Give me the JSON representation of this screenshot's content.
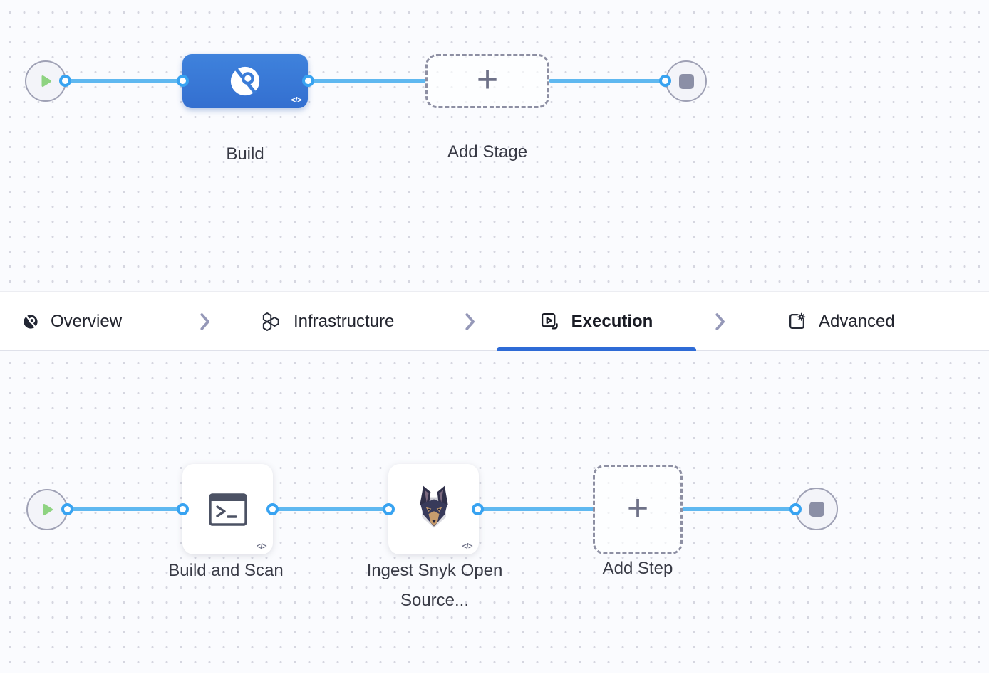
{
  "glyphs": {
    "plus": "+",
    "yaml_badge": "</>"
  },
  "stage_graph": {
    "stage_label": "Build",
    "add_stage_label": "Add Stage"
  },
  "tab_bar": {
    "items": [
      {
        "label": "Overview",
        "icon": "ci-overview-icon",
        "active": false
      },
      {
        "label": "Infrastructure",
        "icon": "infrastructure-hexagons-icon",
        "active": false
      },
      {
        "label": "Execution",
        "icon": "execution-play-icon",
        "active": true
      },
      {
        "label": "Advanced",
        "icon": "advanced-gear-icon",
        "active": false
      }
    ]
  },
  "execution_graph": {
    "steps": [
      {
        "label": "Build and Scan",
        "icon": "terminal-icon"
      },
      {
        "label": "Ingest Snyk Open Source...",
        "icon": "snyk-doberman-icon"
      }
    ],
    "add_step_label": "Add Step"
  },
  "colors": {
    "stage_blue": "#3b7dd8",
    "connector_blue": "#5fb8f0",
    "port_ring_blue": "#38a3f1",
    "active_tab_underline": "#2e6bd6",
    "play_green": "#8ed381",
    "end_square_slate": "#8b8fa6",
    "canvas_background": "#fafbfe",
    "grid_dot": "#d5d6e0"
  }
}
